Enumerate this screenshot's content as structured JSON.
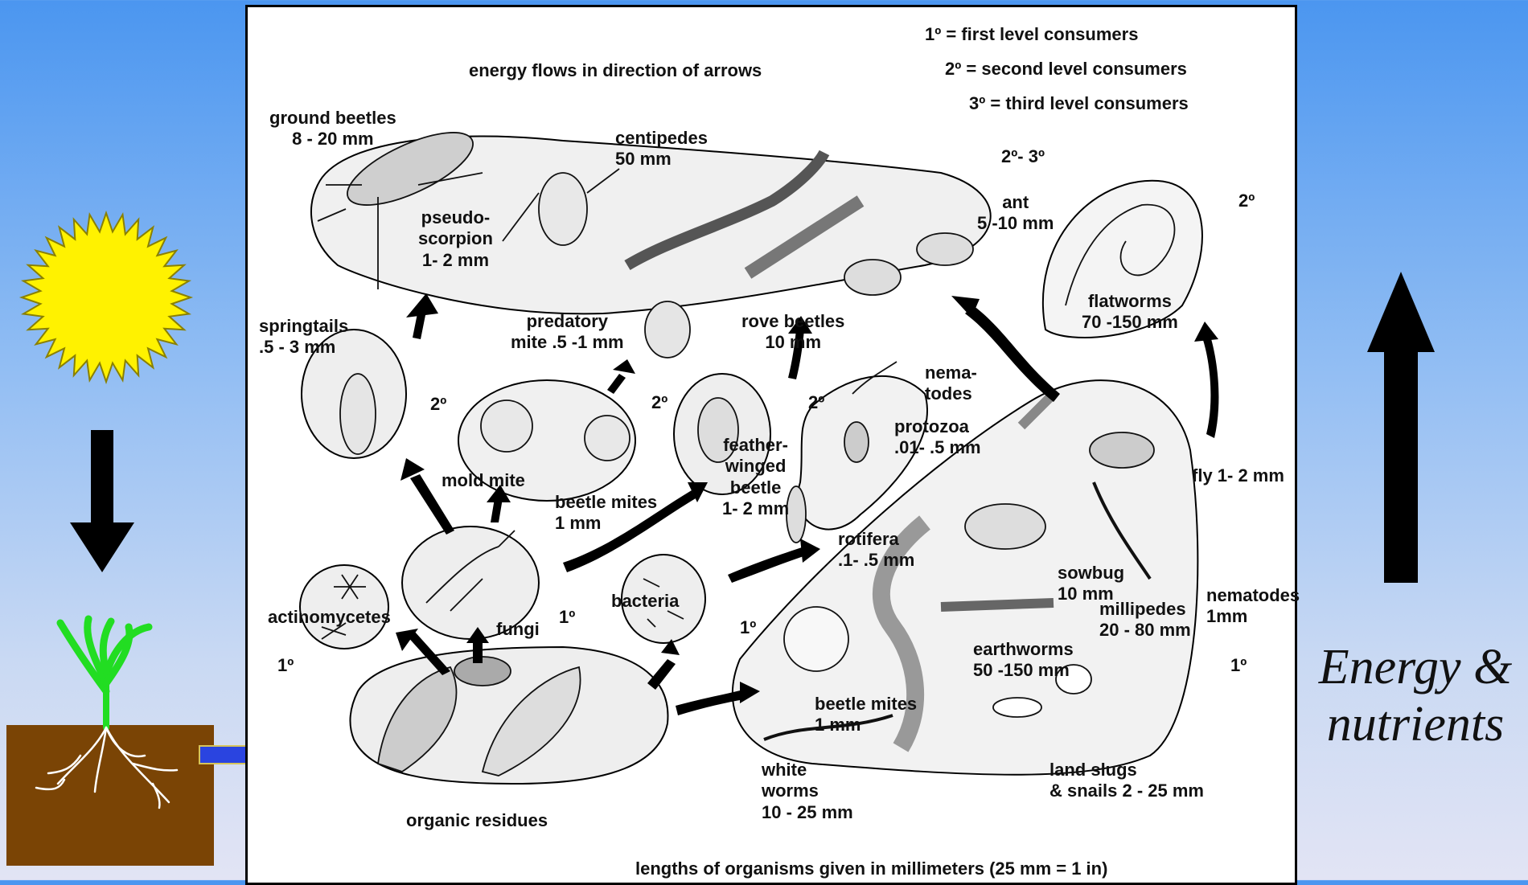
{
  "legend": {
    "first": "1º = first level consumers",
    "second": "2º = second level consumers",
    "third": "3º = third level consumers"
  },
  "header_note": "energy flows in direction of arrows",
  "footer_note": "lengths of organisms given in millimeters (25 mm = 1 in)",
  "side_label": "Energy &\nnutrients",
  "levels": {
    "l1_left": "1º",
    "l1_fungi": "1º",
    "l1_bacteria": "1º",
    "l1_right": "1º",
    "l2_springtails": "2º",
    "l2_mites": "2º",
    "l2_featherwinged": "2º",
    "l2_flatworms": "2º",
    "l23_top": "2º- 3º"
  },
  "organisms": {
    "ground_beetles": "ground beetles\n8 - 20 mm",
    "centipedes": "centipedes\n50 mm",
    "pseudoscorpion": "pseudo-\nscorpion\n1- 2 mm",
    "ant": "ant\n5 -10 mm",
    "springtails": "springtails\n.5 - 3 mm",
    "predatory_mite": "predatory\nmite .5 -1 mm",
    "rove_beetles": "rove beetles\n10 mm",
    "flatworms": "flatworms\n70 -150 mm",
    "nematodes_top": "nema-\ntodes",
    "protozoa": "protozoa\n.01- .5 mm",
    "featherwinged": "feather-\nwinged\nbeetle\n1- 2 mm",
    "mold_mite": "mold mite",
    "beetle_mites_center": "beetle mites\n1 mm",
    "fly": "fly 1- 2 mm",
    "rotifera": "rotifera\n.1- .5 mm",
    "sowbug": "sowbug\n10 mm",
    "actinomycetes": "actinomycetes",
    "fungi": "fungi",
    "bacteria": "bacteria",
    "millipedes": "millipedes\n20 - 80 mm",
    "nematodes_right": "nematodes\n1mm",
    "earthworms": "earthworms\n50 -150 mm",
    "beetle_mites_lower": "beetle mites\n1 mm",
    "white_worms": "white\nworms\n10 - 25 mm",
    "land_slugs": "land slugs\n& snails 2 - 25 mm",
    "organic_residues": "organic residues"
  },
  "icons": [
    "sun-icon",
    "plant-icon",
    "soil-block",
    "down-arrow",
    "up-arrow",
    "input-arrow"
  ],
  "colors": {
    "sun_fill": "#fff200",
    "sun_stroke": "#8a8000",
    "plant_green": "#22dd22",
    "soil_brown": "#7a4405",
    "input_arrow": "#2a44e0",
    "background_top": "#4b96f0",
    "background_bottom": "#e2e4f4"
  }
}
